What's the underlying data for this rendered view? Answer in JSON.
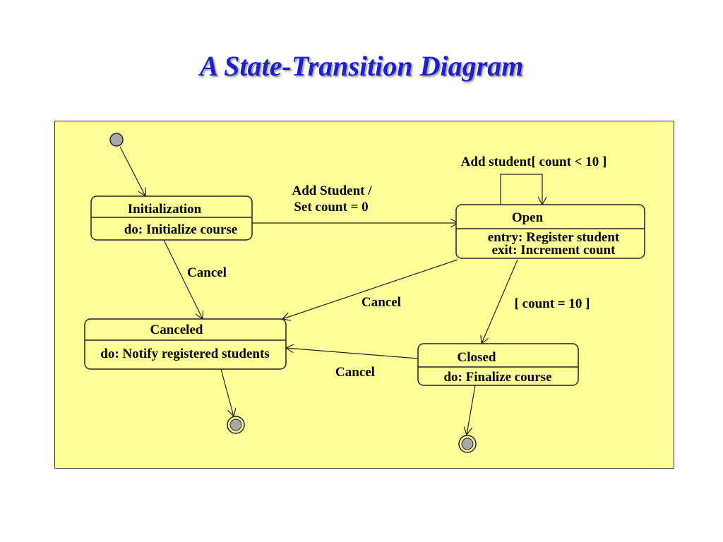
{
  "title": "A State-Transition Diagram",
  "states": {
    "initialization": {
      "name": "Initialization",
      "activity": "do: Initialize course"
    },
    "open": {
      "name": "Open",
      "entry": "entry: Register student",
      "exit": "exit: Increment count"
    },
    "canceled": {
      "name": "Canceled",
      "activity": "do: Notify registered students"
    },
    "closed": {
      "name": "Closed",
      "activity": "do: Finalize course"
    }
  },
  "transitions": {
    "add_student_line1": "Add Student /",
    "add_student_line2": "Set count = 0",
    "self_loop": "Add student[ count < 10 ]",
    "count_guard": "[ count = 10 ]",
    "cancel_from_init": "Cancel",
    "cancel_from_open": "Cancel",
    "cancel_from_closed": "Cancel"
  },
  "colors": {
    "title": "#2020c8",
    "panel_background": "#ffff99",
    "node_fill": "#a8a8a8",
    "stroke": "#222222"
  }
}
